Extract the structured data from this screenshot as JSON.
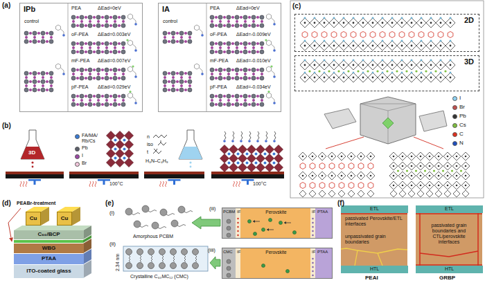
{
  "diagram": {
    "nodes": [
      {
        "text": [
          "IPb",
          "control",
          "PEA",
          "ΔEad=0eV",
          "oF-PEA",
          "ΔEad=0.003eV",
          "mF-PEA",
          "ΔEad=0.007eV",
          "pF-PEA",
          "ΔEad=0.029eV"
        ]
      },
      {
        "text": [
          "IA",
          "control",
          "PEA",
          "ΔEad=0eV",
          "oF-PEA",
          "ΔEad=-0.009eV",
          "mF-PEA",
          "ΔEad=-0.010eV",
          "pF-PEA",
          "ΔEad=-0.034eV"
        ]
      },
      {
        "text": [
          "2D"
        ]
      },
      {
        "text": [
          "3D"
        ]
      },
      {
        "text": [
          "Cu"
        ]
      },
      {
        "text": [
          "Cu"
        ]
      },
      {
        "text": [
          "C₆₀/BCP"
        ]
      },
      {
        "text": [
          "WBG"
        ]
      },
      {
        "text": [
          "PTAA"
        ]
      },
      {
        "text": [
          "ITO-coated glass"
        ]
      },
      {
        "text": [
          "PCBM",
          "IF",
          "Perovskite",
          "IF",
          "PTAA"
        ]
      },
      {
        "text": [
          "CMC",
          "IF",
          "Perovskite",
          "IF",
          "PTAA"
        ]
      },
      {
        "text": [
          "ETL"
        ]
      },
      {
        "text": [
          "passivated Perovskite/ETL interfaces",
          "unpassivated grain boundaries"
        ]
      },
      {
        "text": [
          "HTL"
        ]
      },
      {
        "text": [
          "ETL"
        ]
      },
      {
        "text": [
          "passivated grain boundaries and CTL/perovskite interfaces"
        ]
      },
      {
        "text": [
          "HTL"
        ]
      }
    ],
    "labels": [
      "(a)",
      "(b)",
      "3D",
      "100°C",
      "100°C",
      "n",
      "iso",
      "t",
      "H₃N–C₄H₉",
      "(c)",
      "(d)",
      "PEABr-treatment",
      "(e)",
      "(i)",
      "Amorphous PCBM",
      "(ii)",
      "2.34 nm",
      "Crystalline C₆₀MC₁₂ (CMC)",
      "(iii)",
      "(iiii)",
      "(f)",
      "PEAI",
      "GRBP"
    ],
    "legend": [
      {
        "text": "FA/MA/ Rb/Cs",
        "color": "#3a7bd5"
      },
      {
        "text": "Pb",
        "color": "#5b5f6b"
      },
      {
        "text": "I",
        "color": "#9b4aa5"
      },
      {
        "text": "Br",
        "color": "#f2c7dc"
      },
      {
        "text": "I",
        "color": "#8fd3f4"
      },
      {
        "text": "Br",
        "color": "#c0504d"
      },
      {
        "text": "Pb",
        "color": "#333333"
      },
      {
        "text": "Cs",
        "color": "#7fbf3f"
      },
      {
        "text": "C",
        "color": "#e0301e"
      },
      {
        "text": "N",
        "color": "#1f4fbf"
      }
    ]
  }
}
